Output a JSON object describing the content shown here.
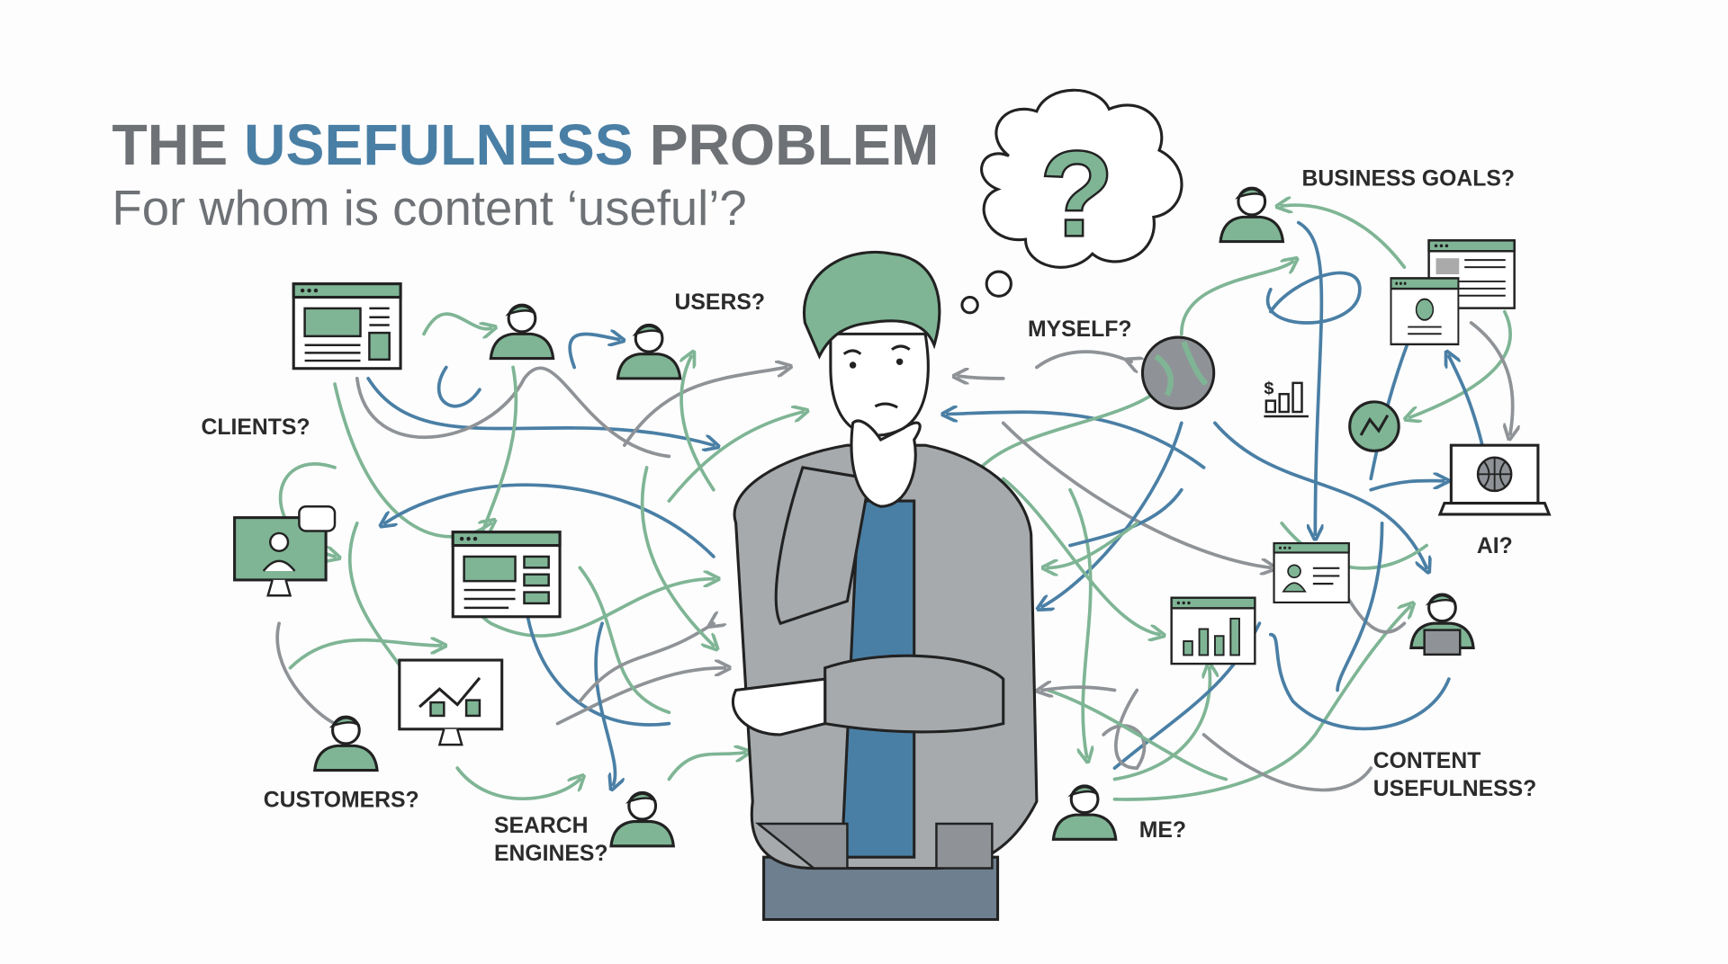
{
  "title": {
    "part1": "THE ",
    "highlight": "USEFULNESS",
    "part2": " PROBLEM"
  },
  "subtitle": "For whom is content ‘useful’?",
  "thought_bubble": {
    "symbol": "?"
  },
  "labels": {
    "users": "USERS?",
    "clients": "CLIENTS?",
    "customers": "CUSTOMERS?",
    "search_engines_1": "SEARCH",
    "search_engines_2": "ENGINES?",
    "myself": "MYSELF?",
    "business_goals": "BUSINESS GOALS?",
    "ai": "AI?",
    "content_usefulness_1": "CONTENT",
    "content_usefulness_2": "USEFULNESS?",
    "me": "ME?"
  },
  "icon_text": {
    "dollar": "$"
  },
  "colors": {
    "green": "#7fb595",
    "blue": "#4a7fa5",
    "gray": "#6e7276",
    "outline": "#222222"
  }
}
